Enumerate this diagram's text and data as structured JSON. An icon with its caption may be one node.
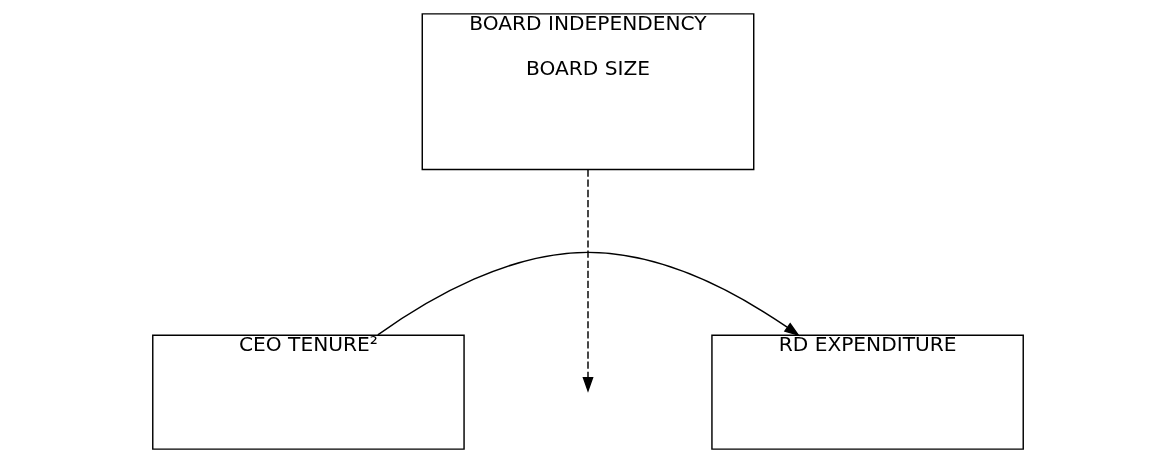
{
  "diagram": {
    "nodes": [
      {
        "text": [
          "BOARD INDEPENDENCY",
          "BOARD SIZE"
        ]
      },
      {
        "text": [
          "CEO TENURE²"
        ]
      },
      {
        "text": [
          "RD EXPENDITURE"
        ]
      }
    ],
    "edges": [
      {
        "from": 0,
        "to": null,
        "arrow": "to",
        "style": "dashed"
      },
      {
        "from": 1,
        "to": 2,
        "arrow": "to"
      }
    ]
  }
}
